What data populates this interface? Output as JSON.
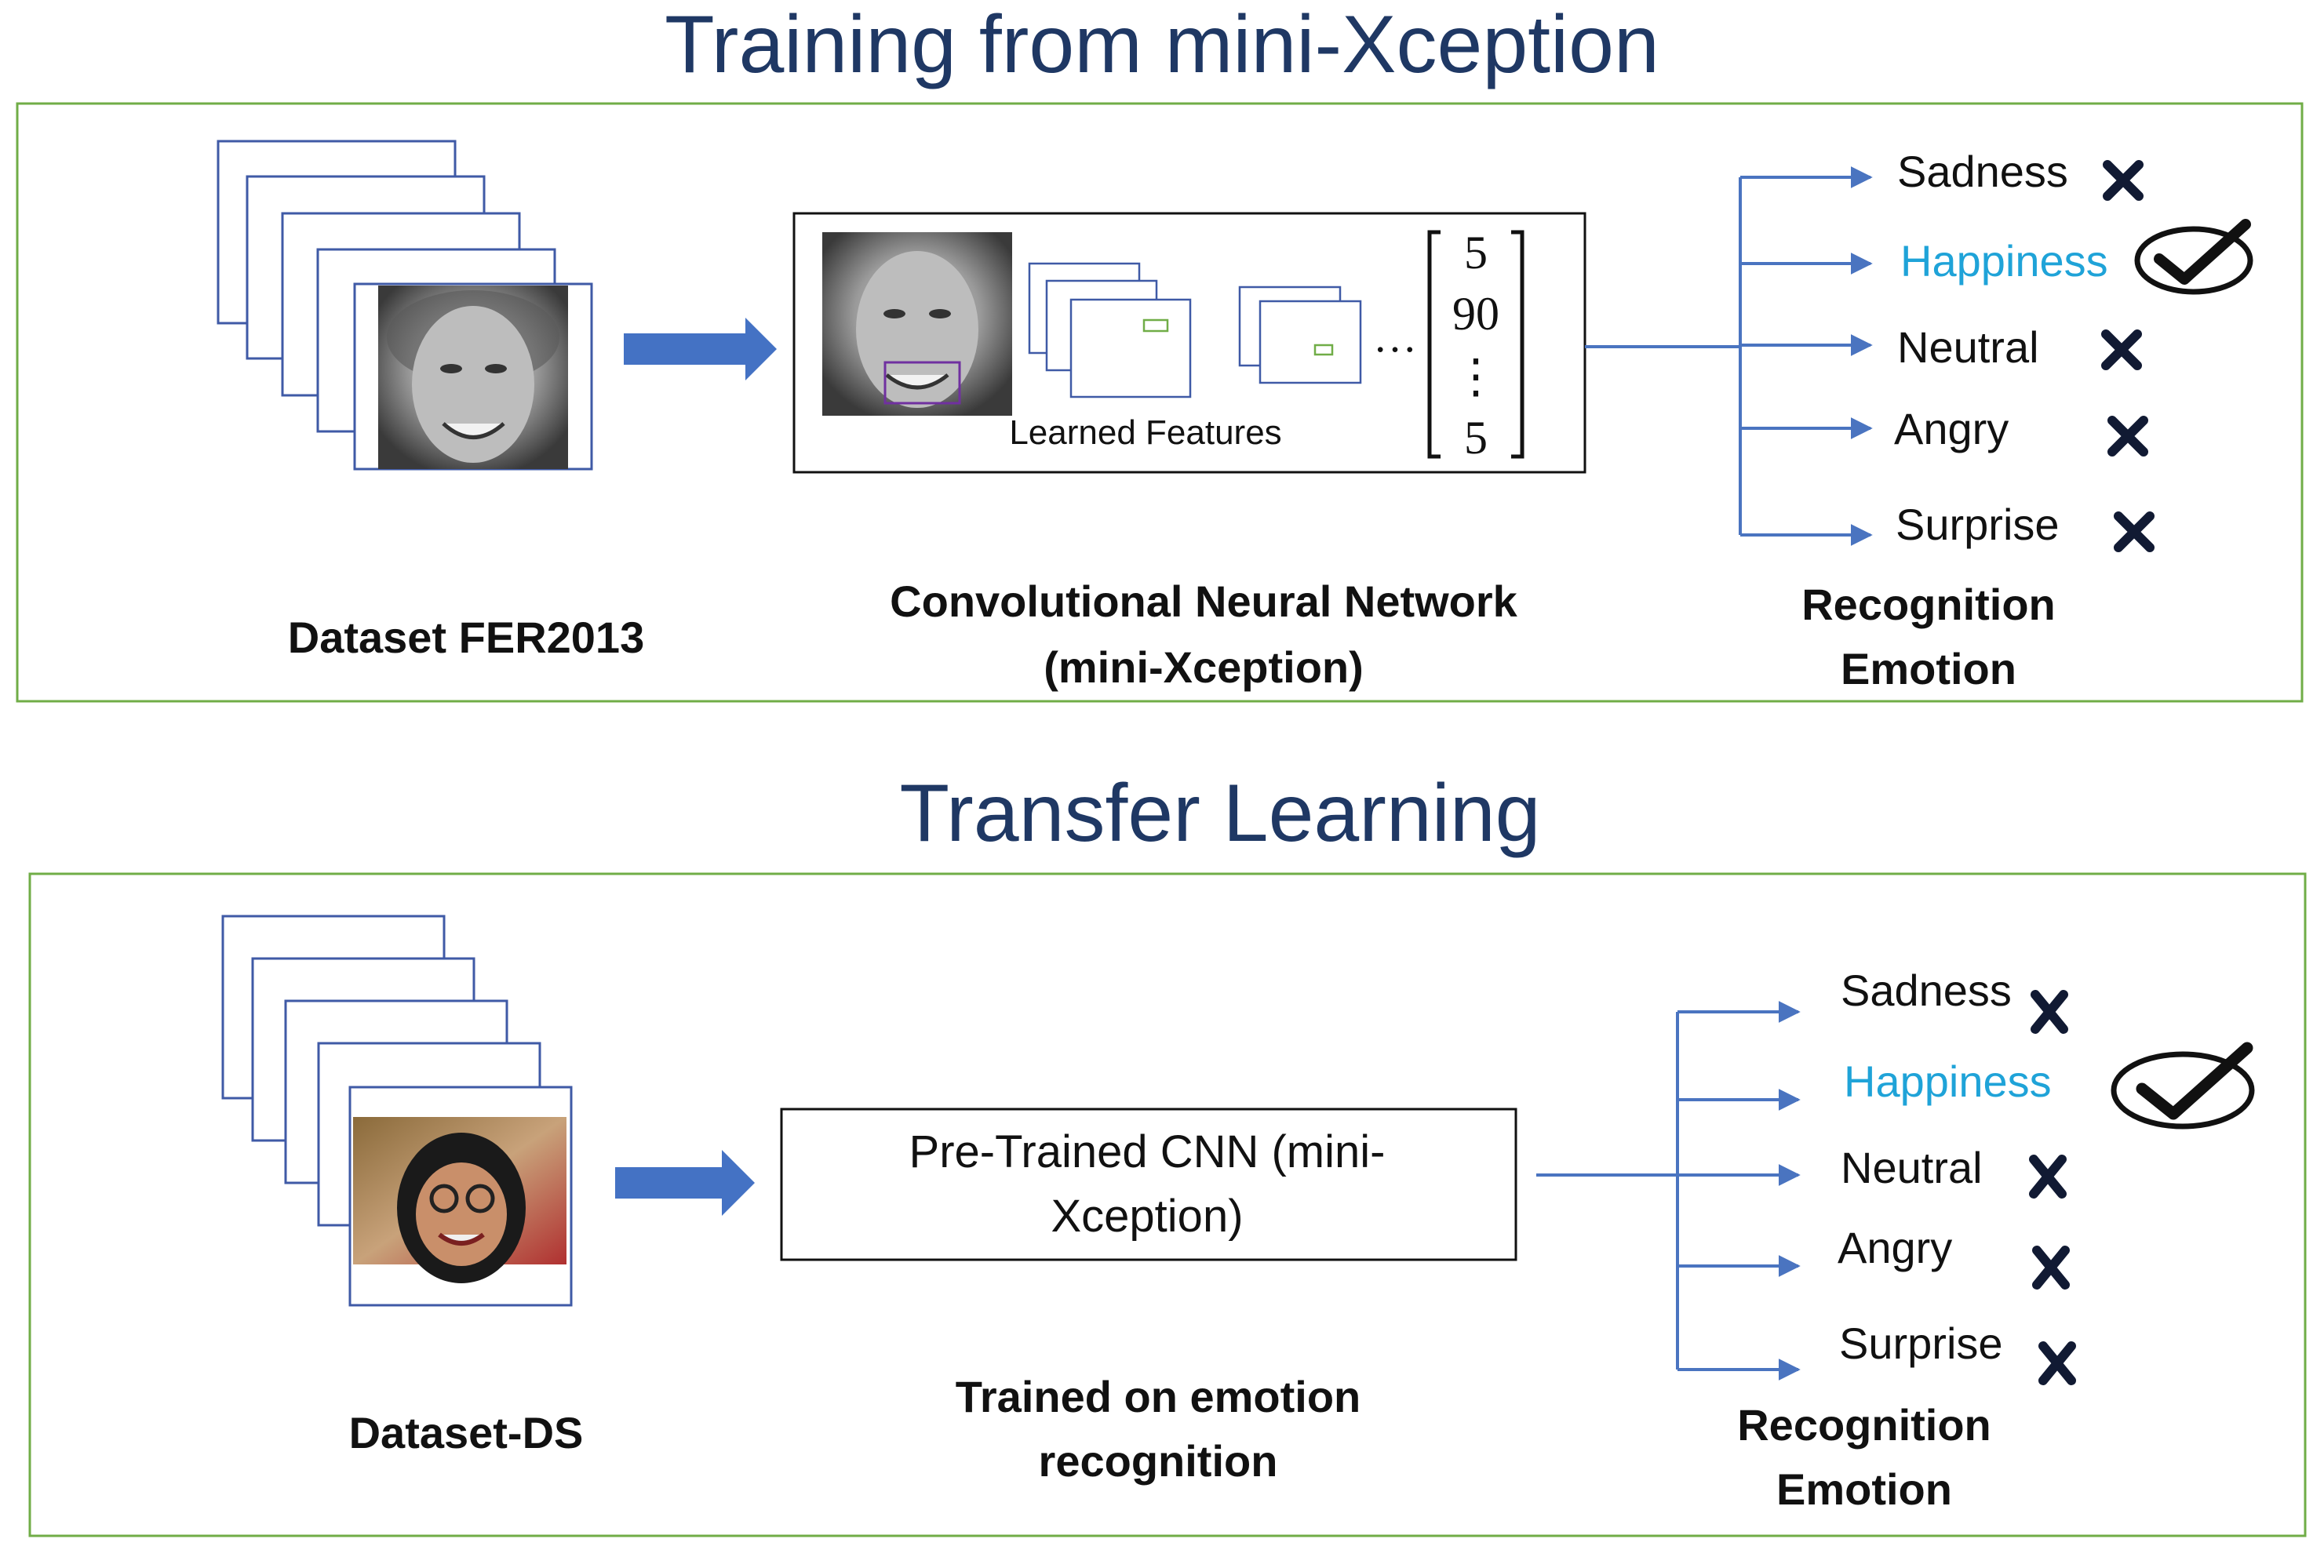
{
  "sections": {
    "training": {
      "title": "Training from mini-Xception",
      "dataset_label": "Dataset FER2013",
      "cnn_label_line1": "Convolutional Neural Network",
      "cnn_label_line2": "(mini-Xception)",
      "learned_features": "Learned Features",
      "vector": [
        "5",
        "90",
        "⋮",
        "5"
      ],
      "ellipsis": "…",
      "recognition_line1": "Recognition",
      "recognition_line2": "Emotion",
      "emotions": [
        "Sadness",
        "Happiness",
        "Neutral",
        "Angry",
        "Surprise"
      ]
    },
    "transfer": {
      "title": "Transfer Learning",
      "dataset_label": "Dataset-DS",
      "pretrained_line1": "Pre-Trained CNN (mini-",
      "pretrained_line2": "Xception)",
      "trained_line1": "Trained on emotion",
      "trained_line2": "recognition",
      "recognition_line1": "Recognition",
      "recognition_line2": "Emotion",
      "emotions": [
        "Sadness",
        "Happiness",
        "Neutral",
        "Angry",
        "Surprise"
      ]
    }
  },
  "selected_emotion": "Happiness",
  "colors": {
    "title": "#1f3864",
    "frame_green": "#70ad47",
    "arrow_blue": "#4472c4",
    "line_blue": "#4a74c0",
    "highlight": "#1fa3d8",
    "text": "#111111"
  },
  "icons": [
    "cross-mark-icon",
    "check-mark-icon",
    "block-arrow-icon"
  ]
}
